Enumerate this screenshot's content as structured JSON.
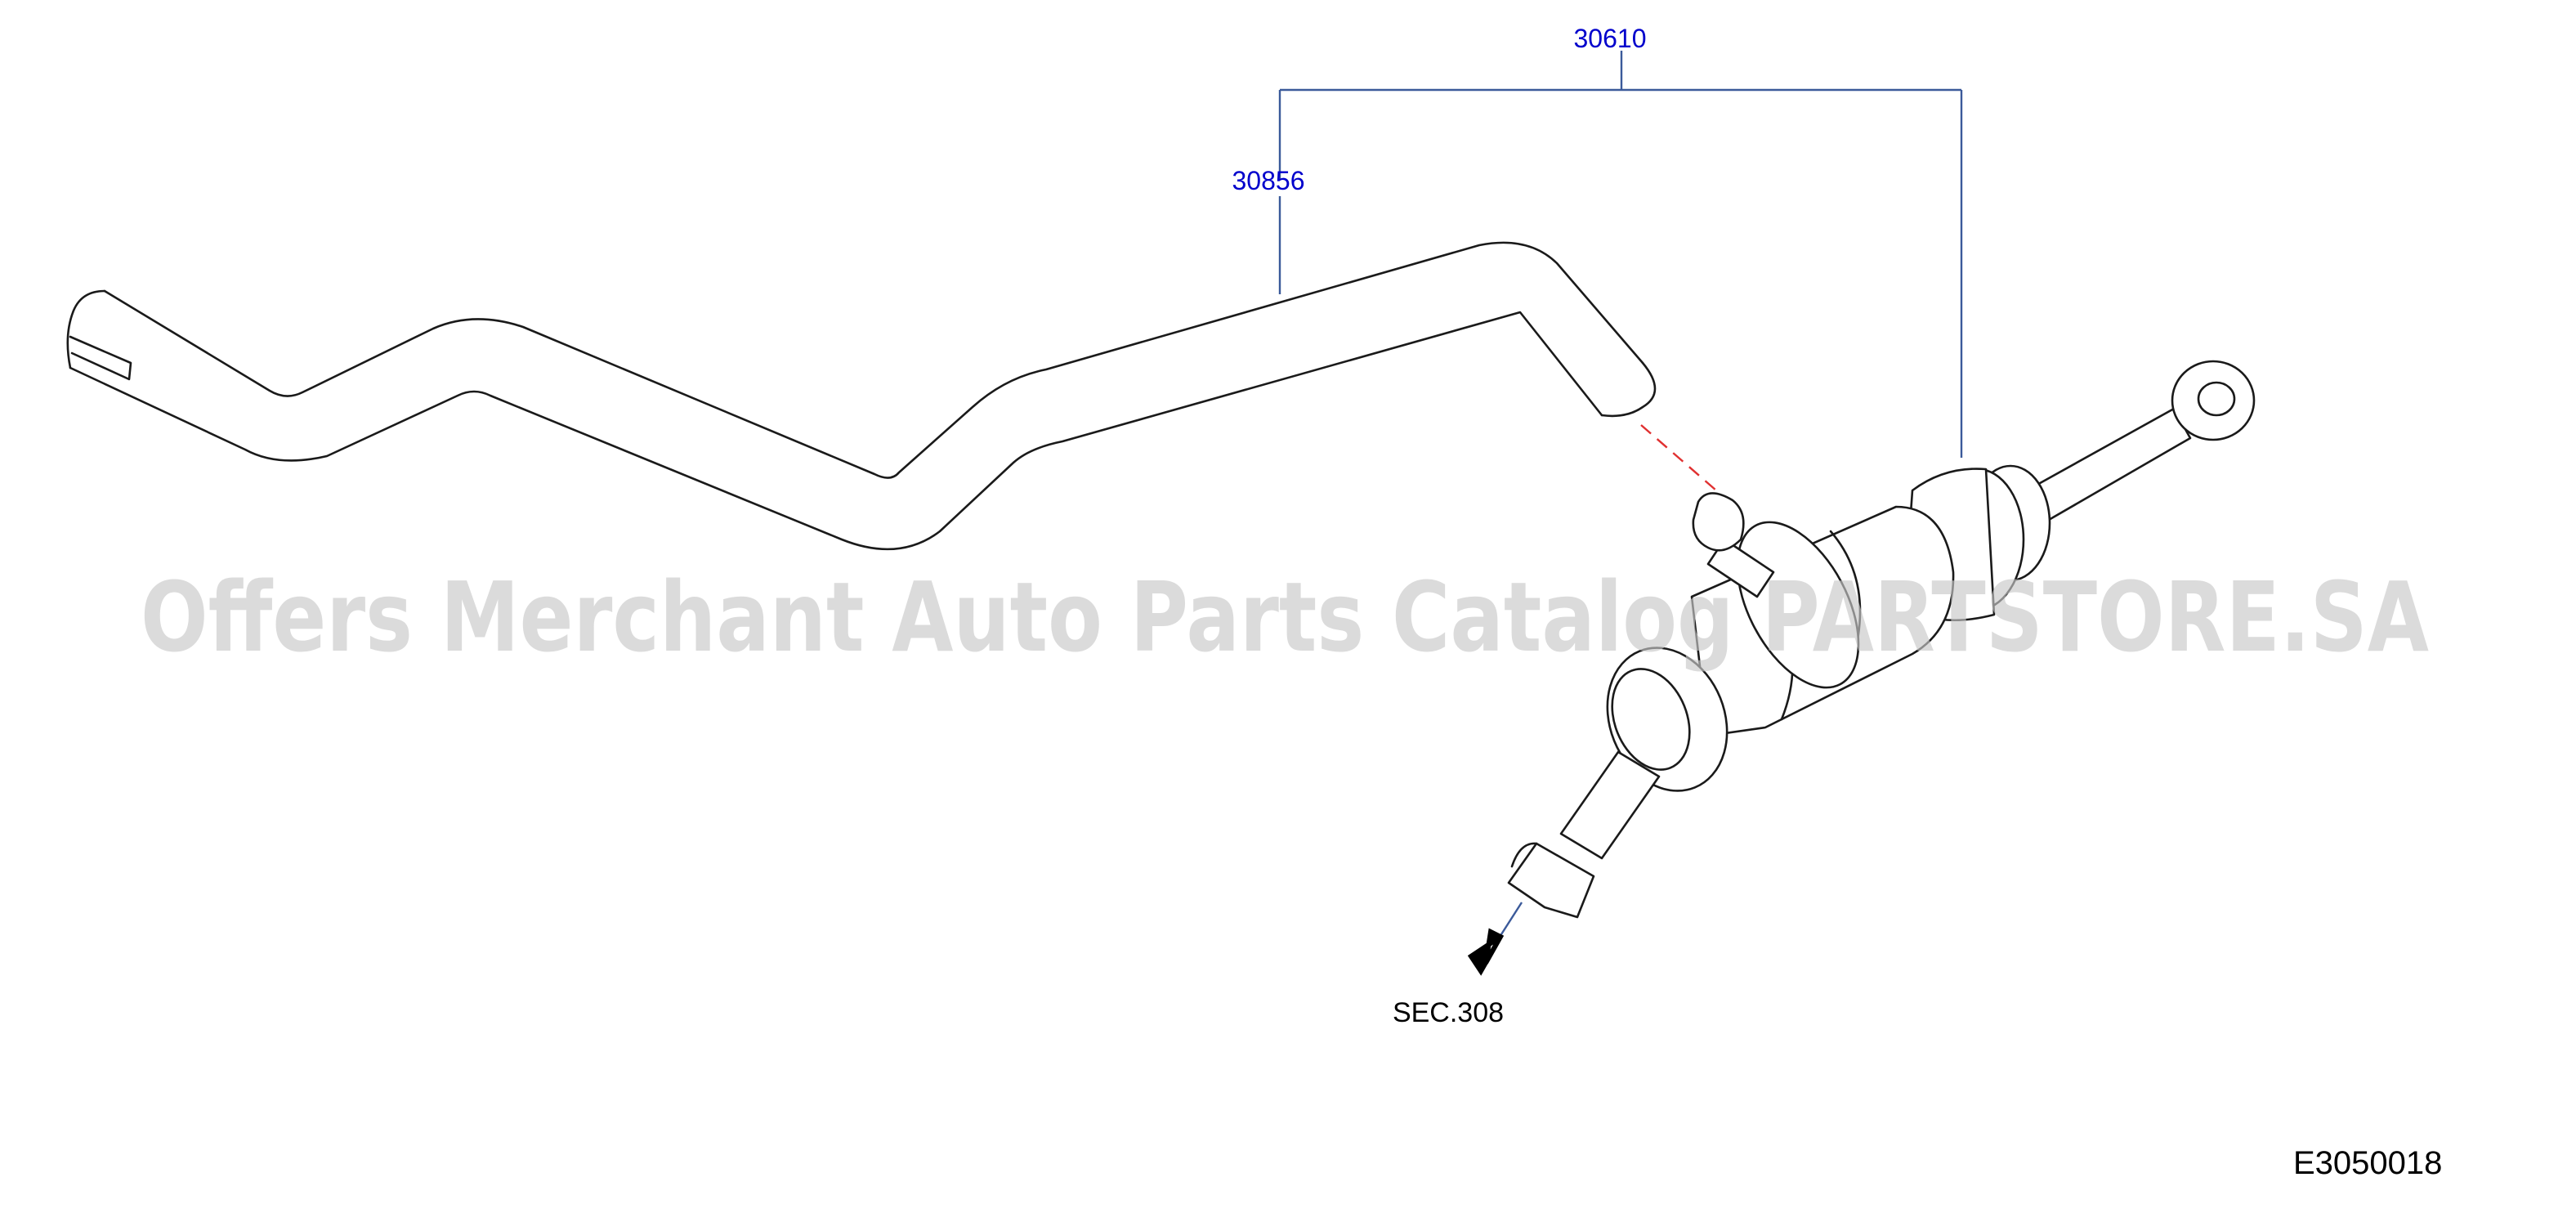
{
  "diagram": {
    "parts": [
      {
        "number": "30610",
        "color": "#0000cc"
      },
      {
        "number": "30856",
        "color": "#0000cc"
      }
    ],
    "section_reference": "SEC.308",
    "drawing_id": "E3050018",
    "watermark": "Offers Merchant Auto Parts Catalog PARTSTORE.SA",
    "leader_color": "#3b5a9a",
    "dash_color": "#e03030"
  }
}
